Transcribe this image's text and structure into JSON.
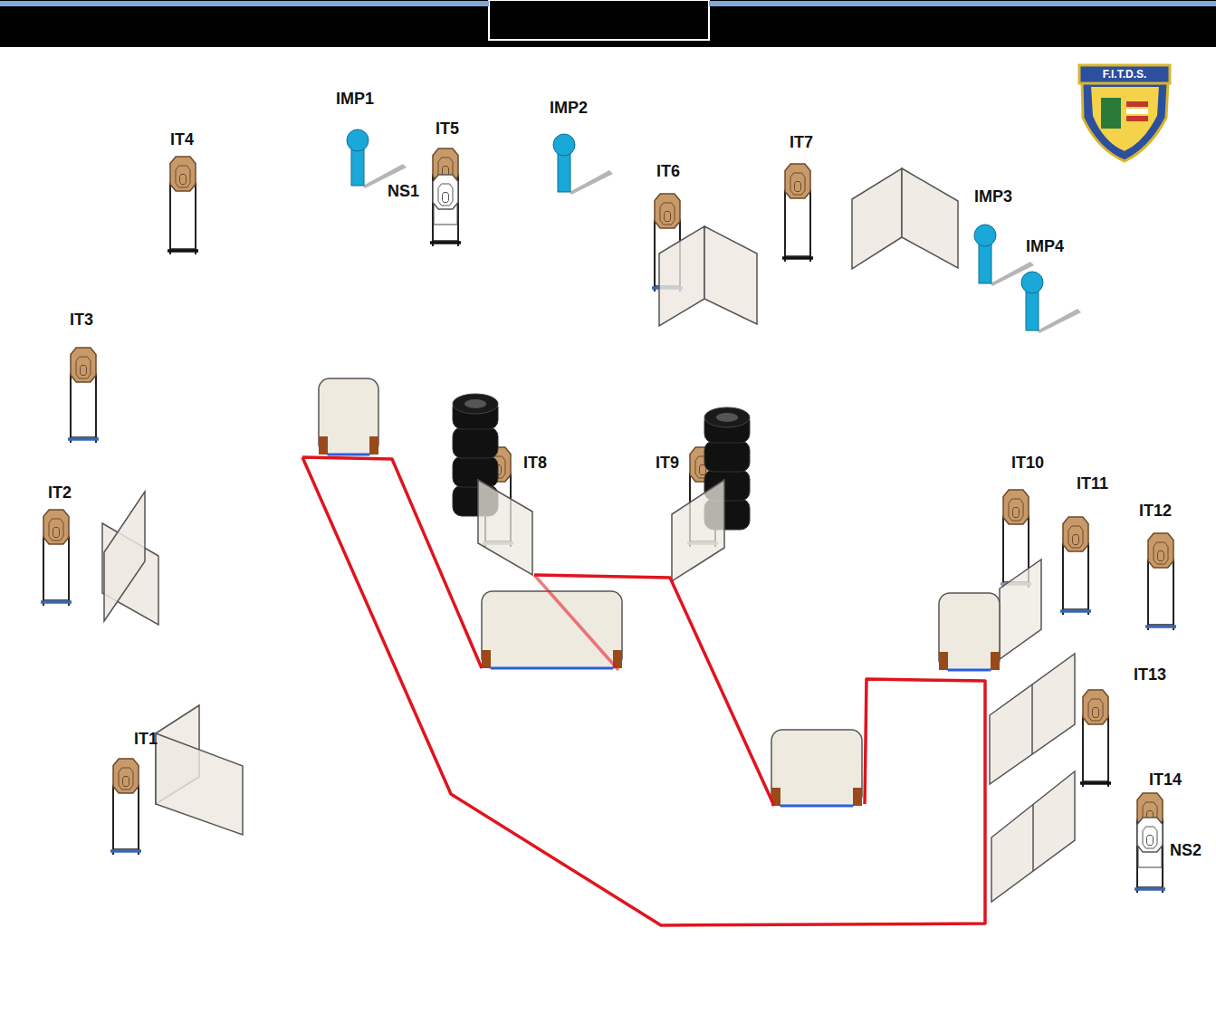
{
  "diagram": {
    "labels": [
      "IMP1",
      "IT5",
      "IMP2",
      "IT4",
      "NS1",
      "IT7",
      "IT6",
      "IMP3",
      "IMP4",
      "IT3",
      "IT8",
      "IT9",
      "IT10",
      "IT11",
      "IT2",
      "IT12",
      "IT13",
      "IT1",
      "IT14",
      "NS2",
      "F.I.T.D.S."
    ]
  }
}
